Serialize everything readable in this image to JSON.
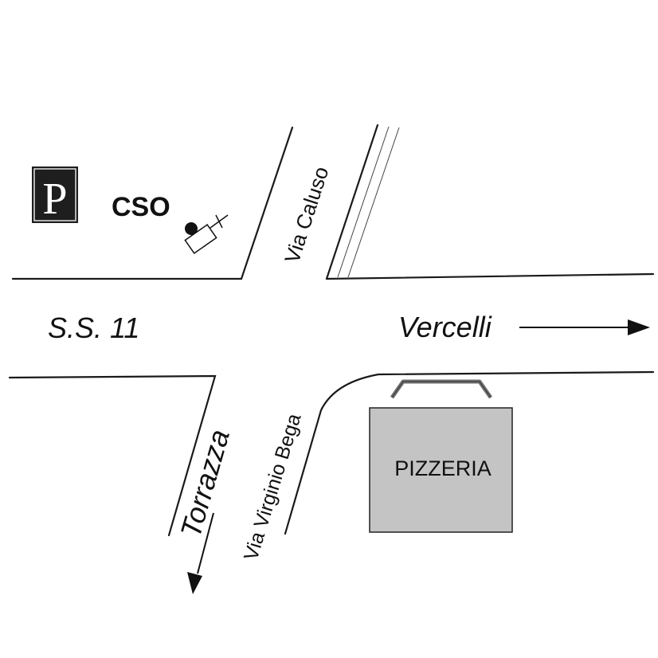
{
  "labels": {
    "parking": "P",
    "cso": "CSO",
    "via_caluso": "Via Caluso",
    "ss11": "S.S. 11",
    "vercelli": "Vercelli",
    "torrazza": "Torrazza",
    "via_virginio_bega": "Via Virginio Bega",
    "pizzeria": "PIZZERIA"
  },
  "icons": {
    "parking": "parking-sign-icon",
    "church": "church-icon",
    "arrow_vercelli": "arrow-right-icon",
    "arrow_torrazza": "arrow-down-icon"
  },
  "colors": {
    "road_line": "#1a1a1a",
    "parking_bg": "#1e1e1e",
    "pizzeria_fill": "#c4c4c4",
    "pizzeria_awning": "#707070"
  }
}
